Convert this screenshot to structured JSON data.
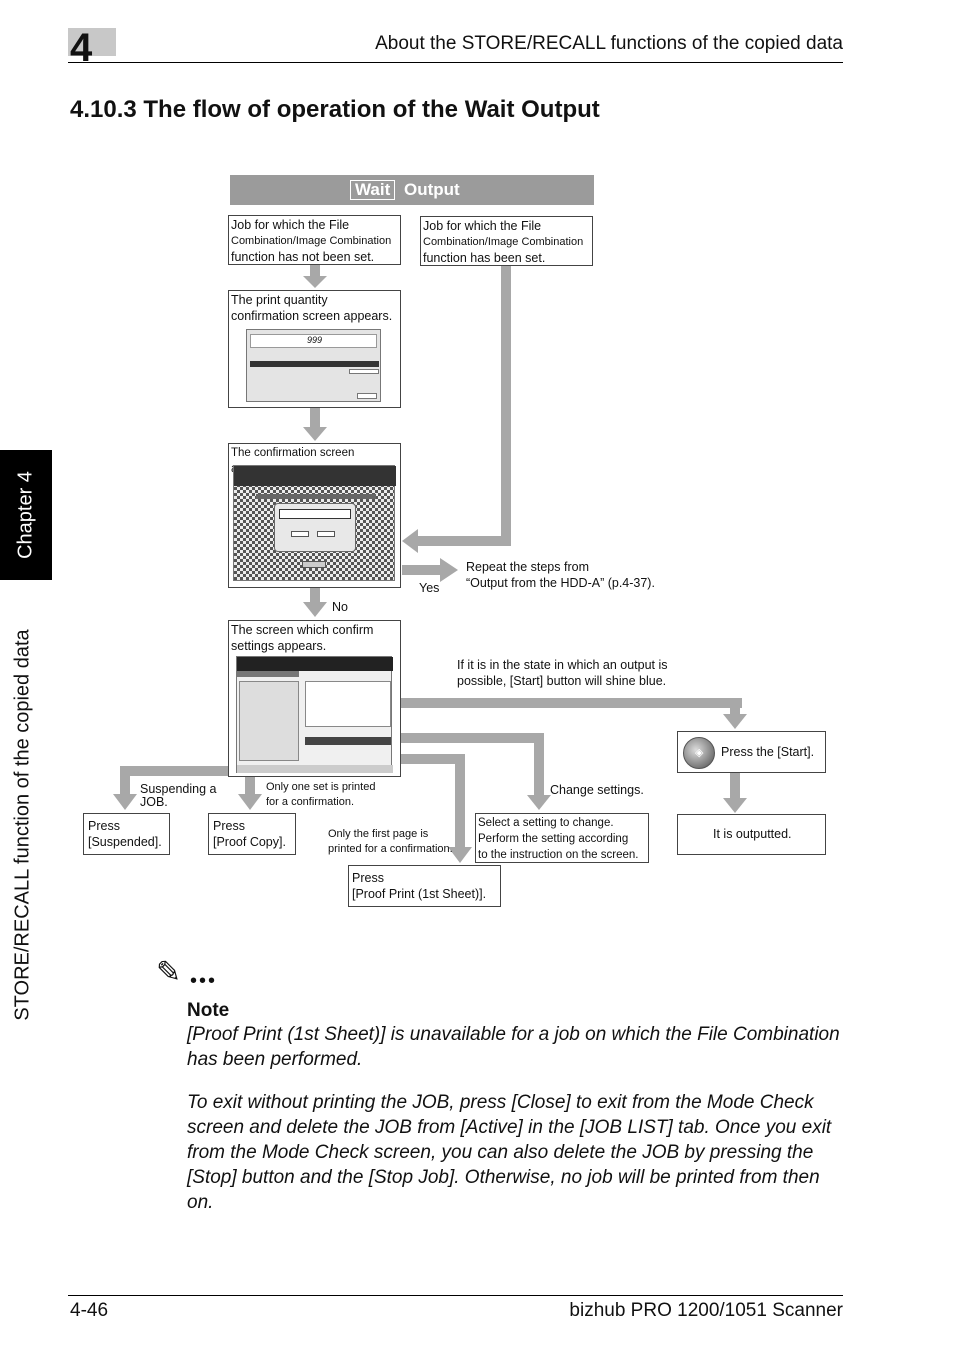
{
  "header": {
    "chapter_number": "4",
    "title": "About the STORE/RECALL functions of the copied data"
  },
  "section": {
    "title": "4.10.3  The flow of operation of the Wait Output"
  },
  "side": {
    "chapter_tab": "Chapter 4",
    "vertical_label": "STORE/RECALL function of the copied data"
  },
  "flow": {
    "banner": {
      "word1": "Wait",
      "word2": "Output"
    },
    "box_not_set": {
      "l1": "Job for which the File",
      "l2": "Combination/Image Combination",
      "l3": "function has not been set."
    },
    "box_set": {
      "l1": "Job for which the File",
      "l2": "Combination/Image Combination",
      "l3": "function has been set."
    },
    "box_print_qty": {
      "l1": "The print quantity",
      "l2": "confirmation screen appears."
    },
    "box_confirm": {
      "l1": "The confirmation screen appears."
    },
    "repeat_steps": {
      "l1": "Repeat the steps from",
      "l2": "“Output from the HDD-A” (p.4-37)."
    },
    "yes": "Yes",
    "no": "No",
    "box_confirm_settings": {
      "l1": "The screen which confirm",
      "l2": "settings appears."
    },
    "start_note": {
      "l1": "If it is in the state in which an output is",
      "l2": "possible, [Start] button will shine blue."
    },
    "suspending": {
      "l1": "Suspending a",
      "l2": "JOB."
    },
    "only_one_set": {
      "l1": "Only one set is printed",
      "l2": "for a confirmation."
    },
    "change_settings": "Change settings.",
    "press_start": "Press the [Start].",
    "box_suspended": {
      "l1": "Press",
      "l2": "[Suspended]."
    },
    "box_proof_copy": {
      "l1": "Press",
      "l2": "[Proof Copy]."
    },
    "only_first_page": {
      "l1": "Only the first page is",
      "l2": "printed for a confirmation."
    },
    "box_select_setting": {
      "l1": "Select a setting to change.",
      "l2": "Perform the setting according",
      "l3": "to the instruction on the screen."
    },
    "box_outputted": "It is outputted.",
    "box_proof_print": {
      "l1": "Press",
      "l2": "[Proof Print (1st Sheet)]."
    },
    "screen_qty_value": "999"
  },
  "note": {
    "label": "Note",
    "p1": "[Proof Print (1st Sheet)] is unavailable for a job on which the File Combination has been performed.",
    "p2": "To exit without printing the JOB, press [Close] to exit from the Mode Check screen and delete the JOB from [Active] in the [JOB LIST] tab. Once you exit from the Mode Check screen, you can also delete the JOB by pressing the [Stop] button and the [Stop Job]. Otherwise, no job will be printed from then on."
  },
  "footer": {
    "page": "4-46",
    "product": "bizhub PRO 1200/1051 Scanner"
  },
  "colors": {
    "arrow": "#a8a8a8",
    "banner": "#9b9b9b",
    "tab": "#000000"
  }
}
